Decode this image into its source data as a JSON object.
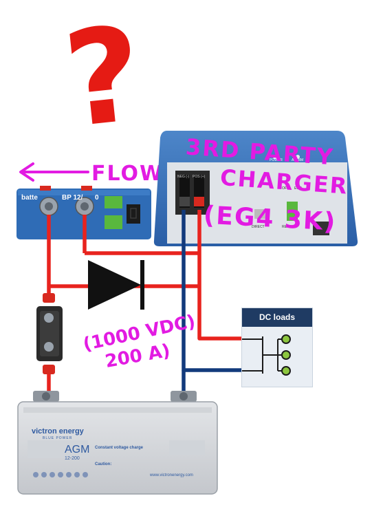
{
  "annotations": {
    "question_mark": "?",
    "flow_label": "FLOW",
    "charger_line1": "3RD PARTY",
    "charger_line2": "CHARGER",
    "charger_line3": "(EG4 3K)",
    "diode_line1": "(1000 VDC)",
    "diode_line2": "200 A)"
  },
  "battery_protect": {
    "brand": "batte",
    "model": "BP 12/",
    "model_tail": "0"
  },
  "charger": {
    "power_label": "POWER",
    "alarm_label": "ALARM",
    "neg_label": "NEG (-)",
    "pos_label": "POS (+)",
    "off_label": "OFF",
    "eco_label": "ECO",
    "direct_label": "DIRECT",
    "remote_label": "REMOTE"
  },
  "dc_loads": {
    "title": "DC loads"
  },
  "battery": {
    "brand": "victron energy",
    "tagline": "BLUE POWER",
    "type": "AGM",
    "model": "12-200",
    "charge_heading": "Constant voltage charge",
    "caution_heading": "Caution:",
    "website": "www.victronenergy.com"
  },
  "colors": {
    "wire_positive": "#e8231e",
    "wire_negative": "#123a7c",
    "annotation": "#e21be2",
    "question": "#e51b14",
    "device_blue": "#2f6cb6"
  }
}
